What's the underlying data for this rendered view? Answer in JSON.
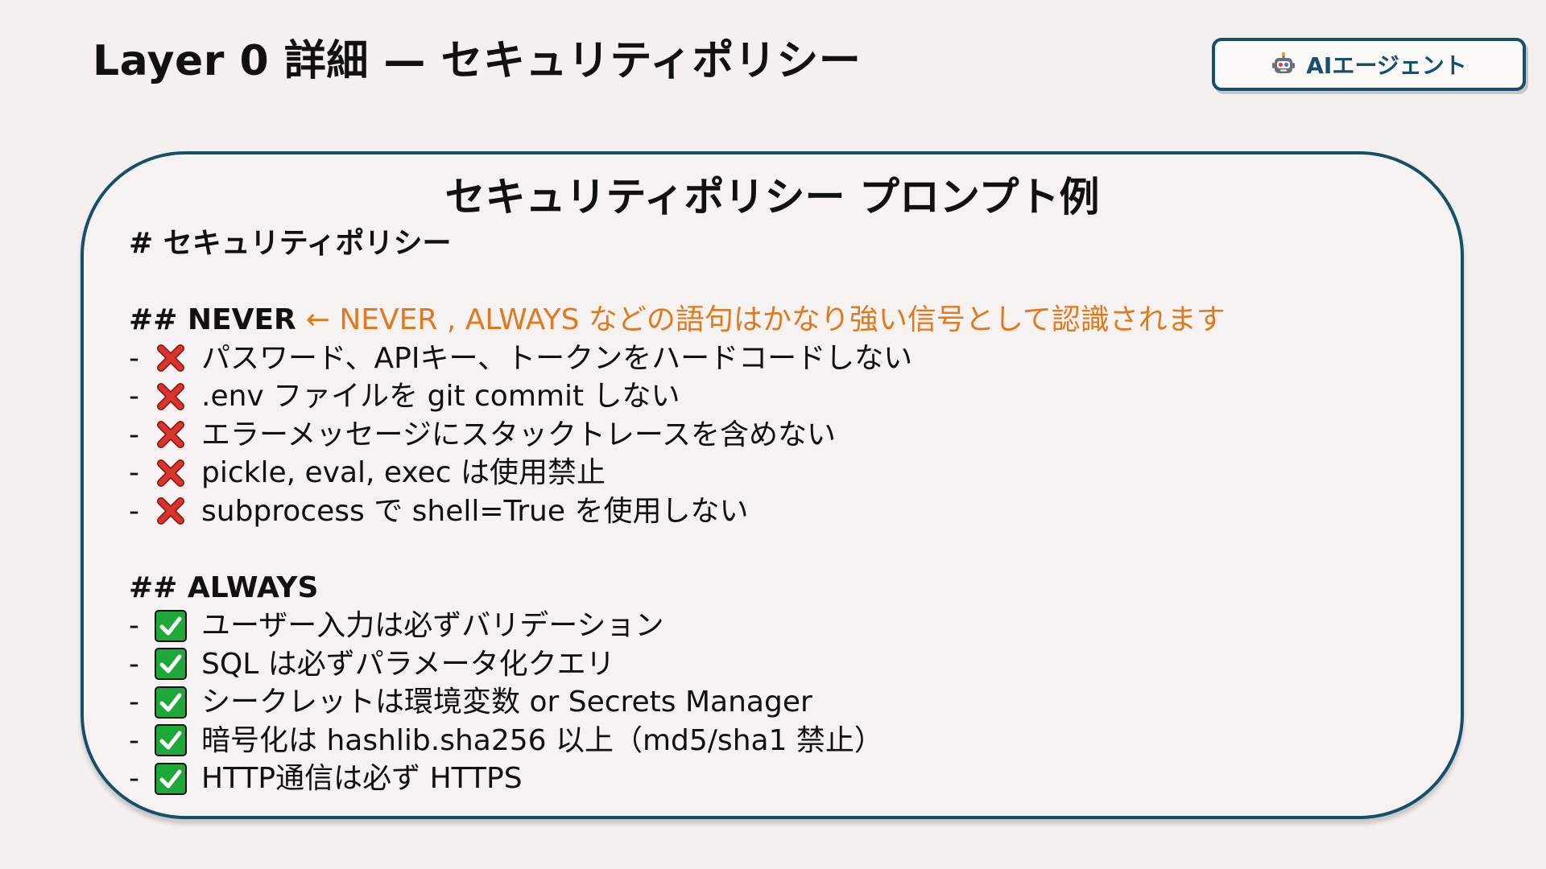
{
  "page": {
    "title": "Layer 0 詳細 — セキュリティポリシー"
  },
  "badge": {
    "icon": "robot-icon",
    "label": "AIエージェント"
  },
  "card": {
    "title": "セキュリティポリシー プロンプト例",
    "heading": "# セキュリティポリシー",
    "never": {
      "heading": "## NEVER",
      "note": "← NEVER , ALWAYS などの語句はかなり強い信号として認識されます",
      "icon": "red-x-icon",
      "items": [
        "パスワード、APIキー、トークンをハードコードしない",
        ".env ファイルを git commit しない",
        "エラーメッセージにスタックトレースを含めない",
        "pickle, eval, exec は使用禁止",
        "subprocess で shell=True を使用しない"
      ]
    },
    "always": {
      "heading": "## ALWAYS",
      "icon": "green-check-icon",
      "items": [
        "ユーザー入力は必ずバリデーション",
        "SQL は必ずパラメータ化クエリ",
        "シークレットは環境変数 or Secrets Manager",
        "暗号化は hashlib.sha256 以上（md5/sha1 禁止）",
        "HTTP通信は必ず HTTPS"
      ]
    },
    "item_prefix": "-"
  },
  "colors": {
    "accent": "#14506a",
    "note": "#e07a1e",
    "never_mark": "#d9342b",
    "always_mark": "#1fa83a"
  }
}
